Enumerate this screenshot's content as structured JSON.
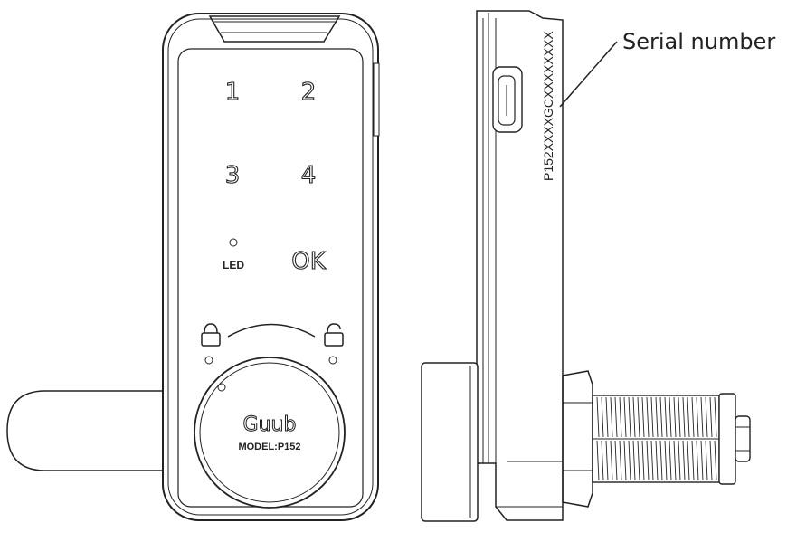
{
  "front": {
    "keys": [
      "1",
      "2",
      "3",
      "4"
    ],
    "ok_label": "OK",
    "led_label": "LED",
    "brand": "Guub",
    "model": "MODEL:P152"
  },
  "side": {
    "serial_text": "P152XXXXGCXXXXXXXX",
    "callout_label": "Serial number"
  }
}
